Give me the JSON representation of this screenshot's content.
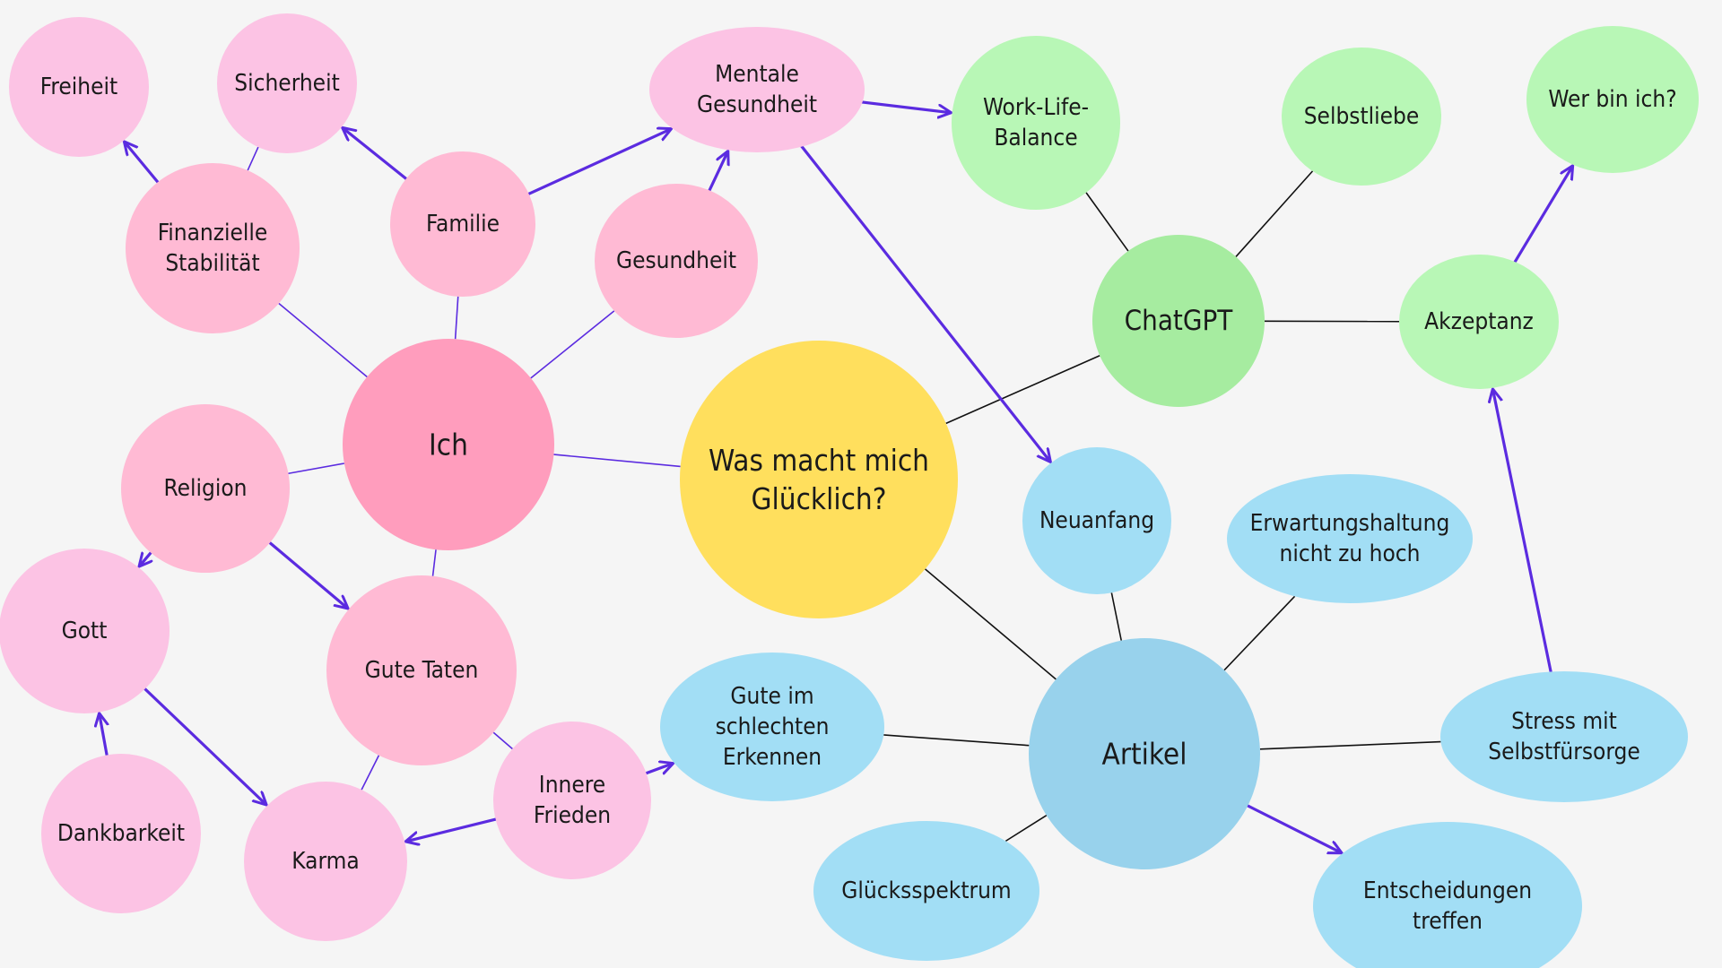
{
  "diagram": {
    "colors": {
      "background": "#f5f5f5",
      "plain_line": "#111111",
      "purple_line": "#5b2be0",
      "pink_center": "#ff9dbd",
      "pink": "#ffbad4",
      "pink_light": "#fcc3e4",
      "yellow": "#ffdf5d",
      "green_center": "#a6eca0",
      "green": "#b8f7b6",
      "blue_center": "#98d2ec",
      "blue": "#a2def5"
    },
    "nodes": [
      {
        "id": "gluecklich",
        "lines": [
          "Was macht mich",
          "Glücklich?"
        ],
        "color": "yellow"
      },
      {
        "id": "ich",
        "lines": [
          "Ich"
        ],
        "color": "pink_center"
      },
      {
        "id": "finanzielle-stabilitaet",
        "lines": [
          "Finanzielle",
          "Stabilität"
        ],
        "color": "pink"
      },
      {
        "id": "freiheit",
        "lines": [
          "Freiheit"
        ],
        "color": "pink_light"
      },
      {
        "id": "sicherheit",
        "lines": [
          "Sicherheit"
        ],
        "color": "pink_light"
      },
      {
        "id": "familie",
        "lines": [
          "Familie"
        ],
        "color": "pink"
      },
      {
        "id": "mentale-gesundheit",
        "lines": [
          "Mentale",
          "Gesundheit"
        ],
        "color": "pink_light"
      },
      {
        "id": "gesundheit",
        "lines": [
          "Gesundheit"
        ],
        "color": "pink"
      },
      {
        "id": "religion",
        "lines": [
          "Religion"
        ],
        "color": "pink"
      },
      {
        "id": "gott",
        "lines": [
          "Gott"
        ],
        "color": "pink_light"
      },
      {
        "id": "gute-taten",
        "lines": [
          "Gute Taten"
        ],
        "color": "pink"
      },
      {
        "id": "dankbarkeit",
        "lines": [
          "Dankbarkeit"
        ],
        "color": "pink_light"
      },
      {
        "id": "karma",
        "lines": [
          "Karma"
        ],
        "color": "pink_light"
      },
      {
        "id": "innere-frieden",
        "lines": [
          "Innere",
          "Frieden"
        ],
        "color": "pink_light"
      },
      {
        "id": "chatgpt",
        "lines": [
          "ChatGPT"
        ],
        "color": "green_center"
      },
      {
        "id": "work-life-balance",
        "lines": [
          "Work-Life-",
          "Balance"
        ],
        "color": "green"
      },
      {
        "id": "selbstliebe",
        "lines": [
          "Selbstliebe"
        ],
        "color": "green"
      },
      {
        "id": "akzeptanz",
        "lines": [
          "Akzeptanz"
        ],
        "color": "green"
      },
      {
        "id": "wer-bin-ich",
        "lines": [
          "Wer bin ich?"
        ],
        "color": "green"
      },
      {
        "id": "artikel",
        "lines": [
          "Artikel"
        ],
        "color": "blue_center"
      },
      {
        "id": "neuanfang",
        "lines": [
          "Neuanfang"
        ],
        "color": "blue"
      },
      {
        "id": "erwartungshaltung",
        "lines": [
          "Erwartungshaltung",
          "nicht zu hoch"
        ],
        "color": "blue"
      },
      {
        "id": "gute-im-schlechten",
        "lines": [
          "Gute im",
          "schlechten",
          "Erkennen"
        ],
        "color": "blue"
      },
      {
        "id": "stress-selbstfuersorge",
        "lines": [
          "Stress mit",
          "Selbstfürsorge"
        ],
        "color": "blue"
      },
      {
        "id": "gluecksspektrum",
        "lines": [
          "Glücksspektrum"
        ],
        "color": "blue"
      },
      {
        "id": "entscheidungen",
        "lines": [
          "Entscheidungen",
          "treffen"
        ],
        "color": "blue"
      }
    ],
    "edges": [
      {
        "from": "gluecklich",
        "to": "ich",
        "style": "purple"
      },
      {
        "from": "gluecklich",
        "to": "chatgpt",
        "style": "plain"
      },
      {
        "from": "gluecklich",
        "to": "artikel",
        "style": "plain"
      },
      {
        "from": "ich",
        "to": "finanzielle-stabilitaet",
        "style": "purple"
      },
      {
        "from": "ich",
        "to": "familie",
        "style": "purple"
      },
      {
        "from": "ich",
        "to": "gesundheit",
        "style": "purple"
      },
      {
        "from": "ich",
        "to": "religion",
        "style": "purple"
      },
      {
        "from": "ich",
        "to": "gute-taten",
        "style": "purple"
      },
      {
        "from": "finanzielle-stabilitaet",
        "to": "sicherheit",
        "style": "purple"
      },
      {
        "from": "gute-taten",
        "to": "karma",
        "style": "purple"
      },
      {
        "from": "gute-taten",
        "to": "innere-frieden",
        "style": "purple"
      },
      {
        "from": "chatgpt",
        "to": "work-life-balance",
        "style": "plain"
      },
      {
        "from": "chatgpt",
        "to": "selbstliebe",
        "style": "plain"
      },
      {
        "from": "chatgpt",
        "to": "akzeptanz",
        "style": "plain"
      },
      {
        "from": "artikel",
        "to": "neuanfang",
        "style": "plain"
      },
      {
        "from": "artikel",
        "to": "erwartungshaltung",
        "style": "plain"
      },
      {
        "from": "artikel",
        "to": "gute-im-schlechten",
        "style": "plain"
      },
      {
        "from": "artikel",
        "to": "stress-selbstfuersorge",
        "style": "plain"
      },
      {
        "from": "artikel",
        "to": "gluecksspektrum",
        "style": "plain"
      }
    ],
    "arrows": [
      {
        "from": "finanzielle-stabilitaet",
        "to": "freiheit"
      },
      {
        "from": "familie",
        "to": "sicherheit"
      },
      {
        "from": "familie",
        "to": "mentale-gesundheit"
      },
      {
        "from": "gesundheit",
        "to": "mentale-gesundheit"
      },
      {
        "from": "mentale-gesundheit",
        "to": "work-life-balance"
      },
      {
        "from": "mentale-gesundheit",
        "to": "neuanfang"
      },
      {
        "from": "religion",
        "to": "gott"
      },
      {
        "from": "religion",
        "to": "gute-taten"
      },
      {
        "from": "gott",
        "to": "karma"
      },
      {
        "from": "dankbarkeit",
        "to": "gott"
      },
      {
        "from": "innere-frieden",
        "to": "karma"
      },
      {
        "from": "innere-frieden",
        "to": "gute-im-schlechten"
      },
      {
        "from": "akzeptanz",
        "to": "wer-bin-ich"
      },
      {
        "from": "stress-selbstfuersorge",
        "to": "akzeptanz"
      },
      {
        "from": "artikel",
        "to": "entscheidungen"
      }
    ]
  }
}
